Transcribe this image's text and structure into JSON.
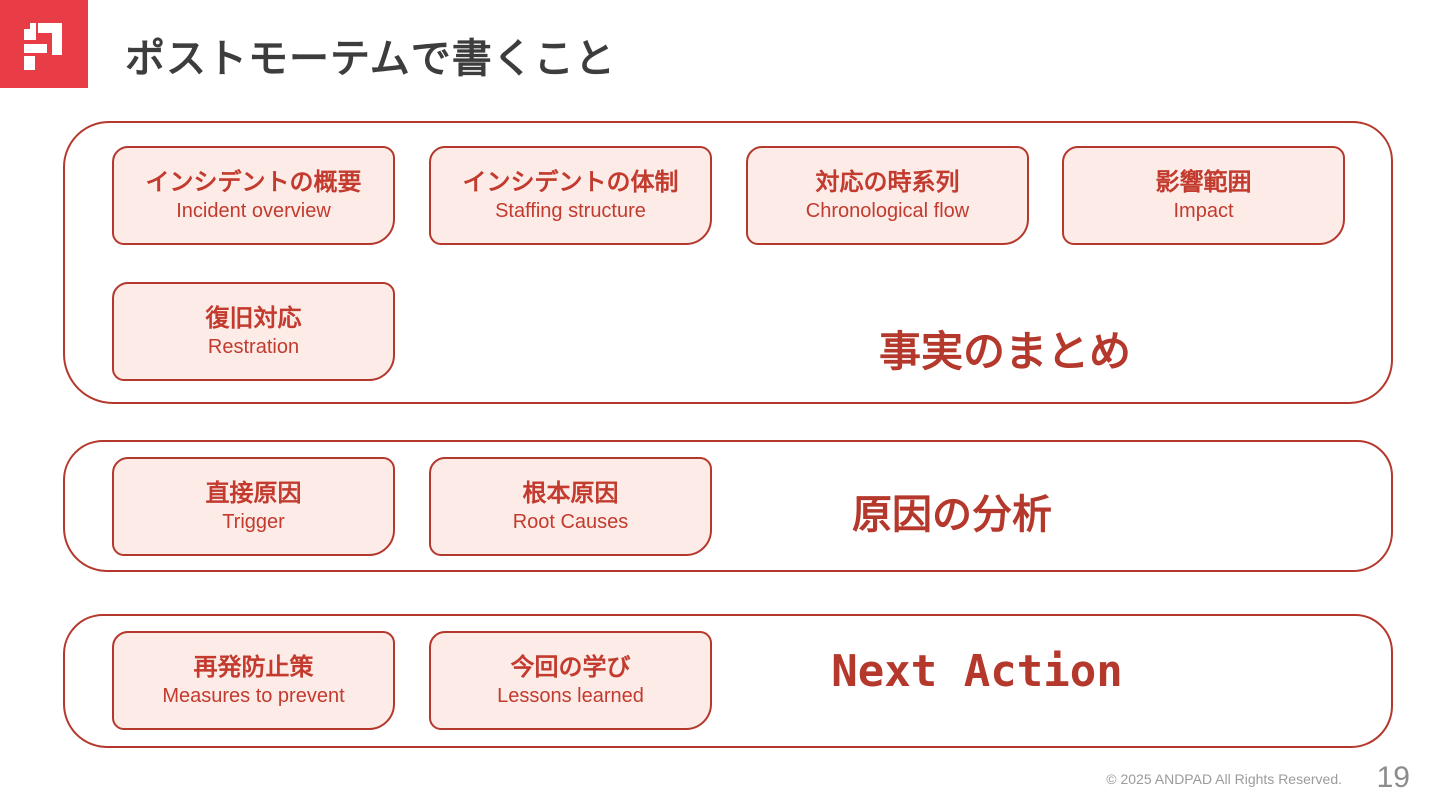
{
  "header": {
    "title": "ポストモーテムで書くこと",
    "logo_icon": "andpad-brick-logo"
  },
  "colors": {
    "logo_red": "#e83c46",
    "accent_red": "#b5382c",
    "card_fill": "#fcebe7",
    "card_text_red": "#c23b2e",
    "title_text": "#3d3d3d",
    "footer_gray": "#9b9b9b"
  },
  "sections": [
    {
      "label": "事実のまとめ",
      "cards": [
        {
          "ja": "インシデントの概要",
          "en": "Incident overview"
        },
        {
          "ja": "インシデントの体制",
          "en": "Staffing structure"
        },
        {
          "ja": "対応の時系列",
          "en": "Chronological flow"
        },
        {
          "ja": "影響範囲",
          "en": "Impact"
        },
        {
          "ja": "復旧対応",
          "en": "Restration"
        }
      ]
    },
    {
      "label": "原因の分析",
      "cards": [
        {
          "ja": "直接原因",
          "en": "Trigger"
        },
        {
          "ja": "根本原因",
          "en": "Root Causes"
        }
      ]
    },
    {
      "label": "Next Action",
      "cards": [
        {
          "ja": "再発防止策",
          "en": "Measures to prevent"
        },
        {
          "ja": "今回の学び",
          "en": "Lessons learned"
        }
      ]
    }
  ],
  "footer": {
    "copyright": "© 2025 ANDPAD All Rights Reserved.",
    "page_number": "19"
  }
}
